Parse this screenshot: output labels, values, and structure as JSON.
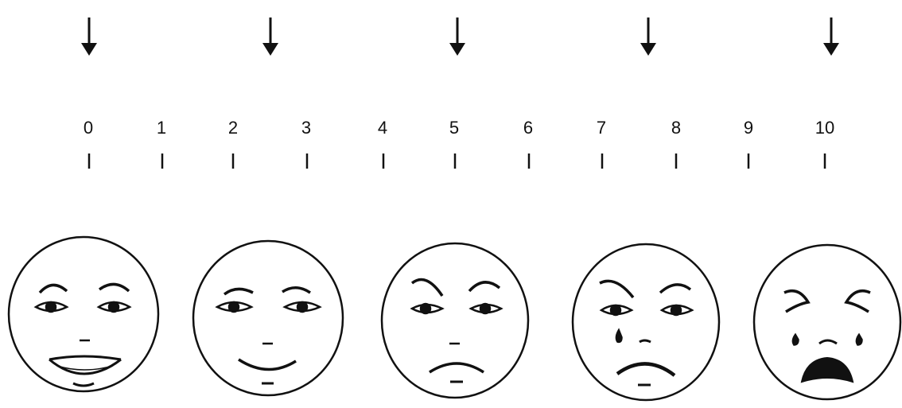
{
  "scale": {
    "labels": [
      "0",
      "1",
      "2",
      "3",
      "4",
      "5",
      "6",
      "7",
      "8",
      "9",
      "10"
    ]
  },
  "arrow_icon": "down-arrow-icon",
  "faces": [
    {
      "name": "face-0-no-hurt",
      "expression": "laughing"
    },
    {
      "name": "face-2-hurts-little",
      "expression": "smiling"
    },
    {
      "name": "face-5-hurts-more",
      "expression": "frowning"
    },
    {
      "name": "face-8-hurts-a-lot",
      "expression": "sad-with-tear"
    },
    {
      "name": "face-10-worst-pain",
      "expression": "crying"
    }
  ],
  "colors": {
    "ink": "#111111",
    "background": "#ffffff"
  }
}
